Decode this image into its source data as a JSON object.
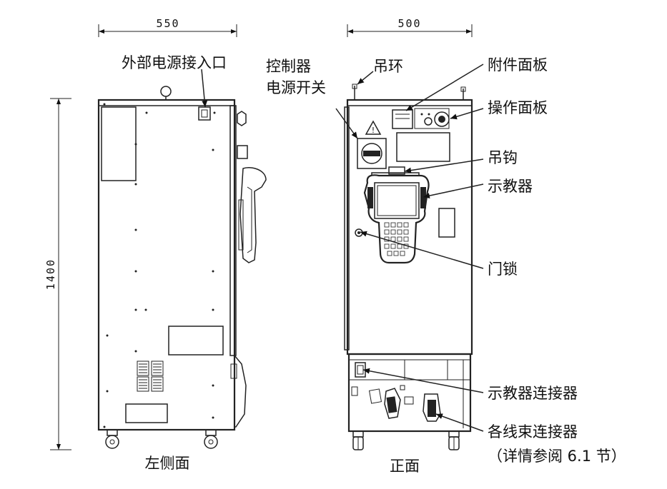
{
  "dimensions": {
    "side_width": "550",
    "front_width": "500",
    "height": "1400"
  },
  "labels": {
    "power_inlet": "外部电源接入口",
    "controller_switch_line1": "控制器",
    "controller_switch_line2": "电源开关",
    "lifting_ring": "吊环",
    "accessory_panel": "附件面板",
    "operation_panel": "操作面板",
    "hook": "吊钩",
    "teach_pendant": "示教器",
    "door_lock": "门锁",
    "teach_pendant_connector": "示教器连接器",
    "harness_connectors_line1": "各线束连接器",
    "harness_connectors_line2": "（详情参阅 6.1 节）"
  },
  "views": {
    "left_side": "左侧面",
    "front": "正面"
  }
}
